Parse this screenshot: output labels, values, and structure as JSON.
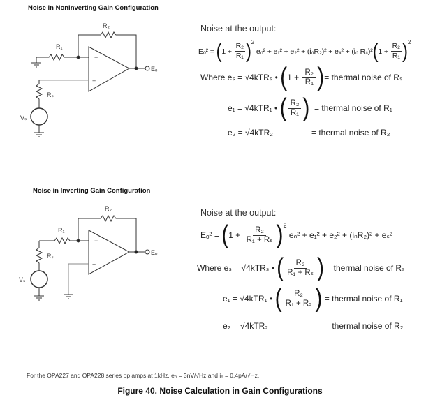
{
  "noninverting": {
    "title": "Noise in Noninverting Gain Configuration",
    "circuit": {
      "r1": "R₁",
      "r2": "R₂",
      "rs": "Rₛ",
      "vs": "Vₛ",
      "out": "Eₒ",
      "minus": "−",
      "plus": "+"
    },
    "heading": "Noise at the output:",
    "eq_total": {
      "lhs": "Eₒ² = ",
      "t1_one": "1 + ",
      "t1_num": "R₂",
      "t1_den": "R₁",
      "t1_exp": "2",
      "rest": " eₙ² + e₁² + e₂² + (iₙR₂)² + eₛ² + (iₙ Rₛ)²",
      "t2_one": "1 + ",
      "t2_num": "R₂",
      "t2_den": "R₁",
      "t2_exp": "2"
    },
    "eq_es": {
      "lhs": "Where eₛ = √4kTRₛ • ",
      "one": "1 + ",
      "num": "R₂",
      "den": "R₁",
      "rhs": "= thermal noise of Rₛ"
    },
    "eq_e1": {
      "lhs": "e₁ = √4kTR₁ • ",
      "num": "R₂",
      "den": "R₁",
      "rhs": "  = thermal noise of R₁"
    },
    "eq_e2": {
      "lhs": "e₂ = √4kTR₂",
      "rhs": "= thermal noise of R₂"
    }
  },
  "inverting": {
    "title": "Noise in Inverting Gain Configuration",
    "circuit": {
      "r1": "R₁",
      "r2": "R₂",
      "rs": "Rₛ",
      "vs": "Vₛ",
      "out": "Eₒ",
      "minus": "−",
      "plus": "+"
    },
    "heading": "Noise at the output:",
    "eq_total": {
      "lhs": "Eₒ² = ",
      "t1_one": "1 + ",
      "t1_num": "R₂",
      "t1_den": "R₁ + Rₛ",
      "t1_exp": "2",
      "rest": " eₙ² + e₁² + e₂² + (iₙR₂)² + eₛ²"
    },
    "eq_es": {
      "lhs": "Where eₛ = √4kTRₛ • ",
      "num": "R₂",
      "den": "R₁ + Rₛ",
      "rhs": " = thermal noise of Rₛ"
    },
    "eq_e1": {
      "lhs": "e₁ = √4kTR₁ • ",
      "num": "R₂",
      "den": "R₁ + Rₛ",
      "rhs": " = thermal noise of R₁"
    },
    "eq_e2": {
      "lhs": "e₂ = √4kTR₂",
      "rhs": "= thermal noise of R₂"
    }
  },
  "footnote": "For the OPA227 and OPA228 series op amps at 1kHz, eₙ = 3nV/√Hz and iₙ = 0.4pA/√Hz.",
  "caption": "Figure 40.  Noise Calculation in Gain Configurations"
}
